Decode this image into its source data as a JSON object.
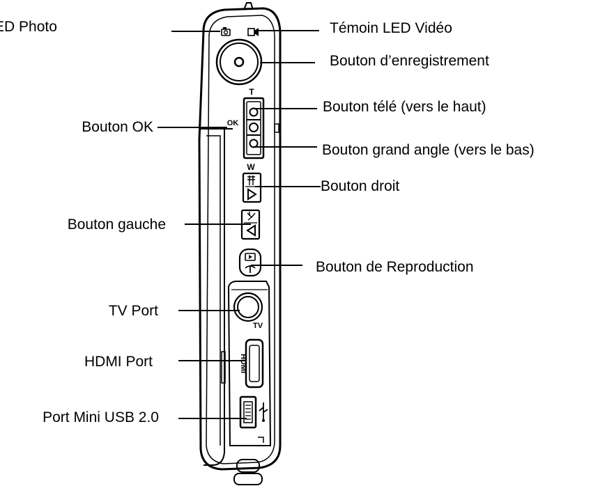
{
  "labels": {
    "led_photo": "ED Photo",
    "led_video": "Témoin LED Vidéo",
    "record": "Bouton d’enregistrement",
    "ok": "Bouton OK",
    "tele": "Bouton télé (vers le haut)",
    "wide": "Bouton grand angle (vers le bas)",
    "right": "Bouton droit",
    "left": "Bouton gauche",
    "playback": "Bouton de Reproduction",
    "tv_port": "TV Port",
    "hdmi_port": "HDMI Port",
    "usb_port": "Port Mini USB 2.0"
  },
  "device_marks": {
    "tele": "T",
    "wide": "W",
    "ok": "OK",
    "tv": "TV",
    "hdmi": "HDMI"
  }
}
